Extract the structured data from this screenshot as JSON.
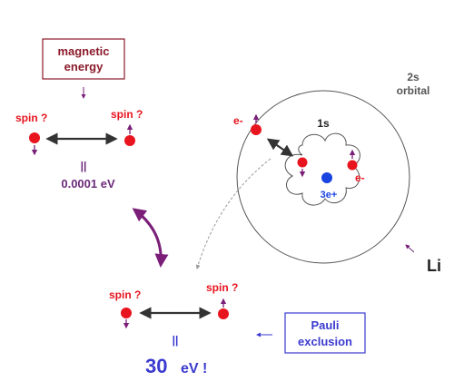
{
  "magnetic_box": {
    "line1": "magnetic",
    "line2": "energy"
  },
  "top_pair": {
    "spin_left": "spin ?",
    "spin_right": "spin ?",
    "equals": "||",
    "energy": "0.0001  eV"
  },
  "bottom_pair": {
    "spin_left": "spin ?",
    "spin_right": "spin ?",
    "equals": "||",
    "energy_value": "30",
    "energy_unit": "eV !"
  },
  "pauli_box": {
    "line1": "Pauli",
    "line2": "exclusion"
  },
  "atom": {
    "orbital_2s_line1": "2s",
    "orbital_2s_line2": "orbital",
    "orbital_1s": "1s",
    "electron_outer": "e-",
    "electron_inner": "e-",
    "nucleus": "3e+",
    "element": "Li"
  },
  "colors": {
    "electron": "#e8141e",
    "nucleus": "#1a44e0",
    "dark_red": "#8b1a2a",
    "purple": "#6b2a7a",
    "blue_text": "#3a3ad0",
    "arrow_purple": "#7a1e78",
    "gray": "#555555"
  }
}
